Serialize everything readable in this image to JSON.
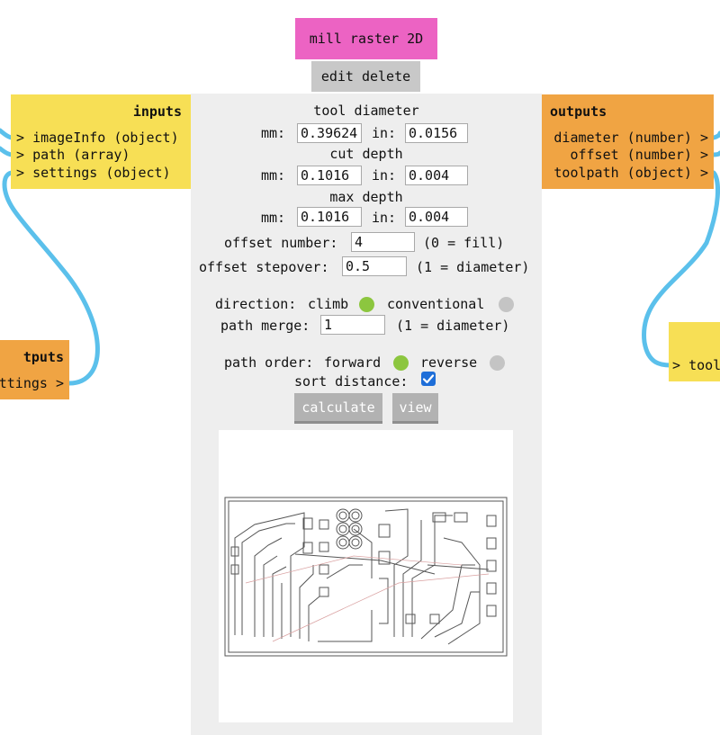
{
  "module": {
    "title": "mill raster 2D",
    "edit_label": "edit",
    "delete_label": "delete"
  },
  "inputs": {
    "header": "inputs",
    "ports": [
      "imageInfo (object)",
      "path (array)",
      "settings (object)"
    ]
  },
  "outputs": {
    "header": "outputs",
    "ports": [
      "diameter (number)",
      "offset (number)",
      "toolpath (object)"
    ]
  },
  "left_module": {
    "header_fragment": "tputs",
    "port_fragment": "ttings"
  },
  "right_module": {
    "port_fragment": "tool"
  },
  "form": {
    "tool_diameter": {
      "label": "tool diameter",
      "mm_label": "mm:",
      "in_label": "in:",
      "mm": "0.39624",
      "in": "0.0156"
    },
    "cut_depth": {
      "label": "cut depth",
      "mm_label": "mm:",
      "in_label": "in:",
      "mm": "0.1016",
      "in": "0.004"
    },
    "max_depth": {
      "label": "max depth",
      "mm_label": "mm:",
      "in_label": "in:",
      "mm": "0.1016",
      "in": "0.004"
    },
    "offset_number": {
      "label": "offset number:",
      "value": "4",
      "note": "(0 = fill)"
    },
    "offset_stepover": {
      "label": "offset stepover:",
      "value": "0.5",
      "note": "(1 = diameter)"
    },
    "direction": {
      "label": "direction:",
      "option_a": "climb",
      "option_b": "conventional"
    },
    "path_merge": {
      "label": "path merge:",
      "value": "1",
      "note": "(1 = diameter)"
    },
    "path_order": {
      "label": "path order:",
      "option_a": "forward",
      "option_b": "reverse"
    },
    "sort_distance": {
      "label": "sort distance:",
      "checked": true
    },
    "calculate_label": "calculate",
    "view_label": "view"
  },
  "colors": {
    "module_title": "#ec63c3",
    "inputs_bg": "#f7df55",
    "outputs_bg": "#f0a443",
    "panel_bg": "#eeeeee",
    "wire": "#5bc0eb",
    "radio_on": "#8cc63f",
    "radio_off": "#c4c4c4",
    "button_bg": "#b2b2b2"
  }
}
